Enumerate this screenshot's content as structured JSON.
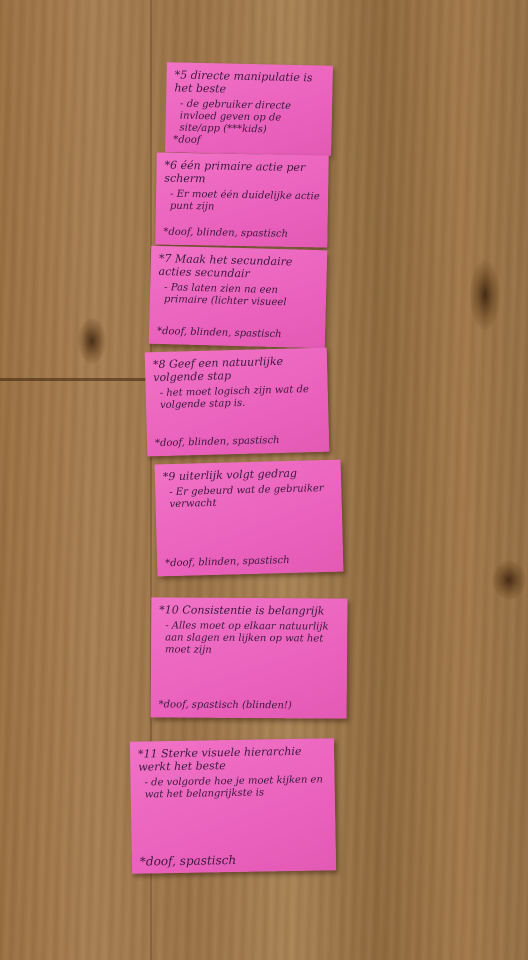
{
  "notes": [
    {
      "title": "*5 directe manipulatie is het beste",
      "body": "- de gebruiker directe invloed geven op de site/app (***kids)",
      "tags": "*doof"
    },
    {
      "title": "*6 één primaire actie per scherm",
      "body": "- Er moet één duidelijke actie punt zijn",
      "tags": "*doof, blinden, spastisch"
    },
    {
      "title": "*7 Maak het secundaire acties secundair",
      "body": "- Pas laten zien na een primaire (lichter visueel",
      "tags": "*doof, blinden, spastisch"
    },
    {
      "title": "*8 Geef een natuurlijke volgende stap",
      "body": "- het moet logisch zijn wat de volgende stap is.",
      "tags": "*doof, blinden, spastisch"
    },
    {
      "title": "*9 uiterlijk volgt gedrag",
      "body": "- Er gebeurd wat de gebruiker verwacht",
      "tags": "*doof, blinden, spastisch"
    },
    {
      "title": "*10 Consistentie is belangrijk",
      "body": "- Alles moet op elkaar natuurlijk aan slagen en lijken op wat het moet zijn",
      "tags": "*doof, spastisch (blinden!)"
    },
    {
      "title": "*11 Sterke visuele hierarchie werkt het beste",
      "body": "- de volgorde hoe je moet kijken en wat het belangrijkste is",
      "tags": "*doof, spastisch"
    }
  ]
}
